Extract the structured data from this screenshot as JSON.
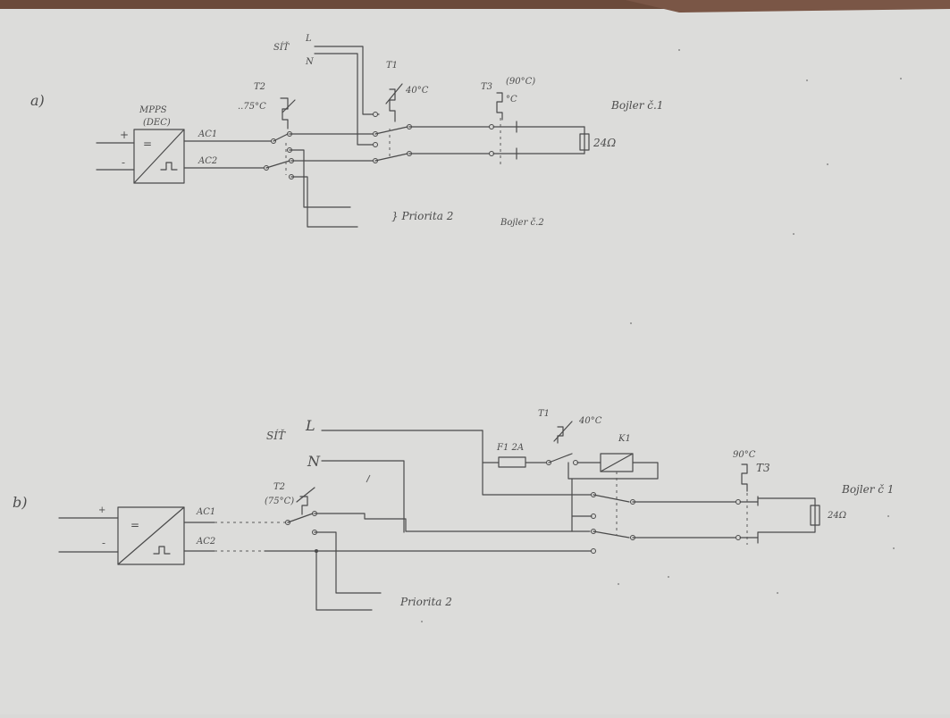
{
  "diagram_a": {
    "marker": "a)",
    "mppt_label": "MPPS",
    "mppt_sublabel": "(DEC)",
    "plus": "+",
    "minus": "-",
    "psu_symbol_eq": "=",
    "ac1": "AC1",
    "ac2": "AC2",
    "grid_label": "SÍŤ",
    "line_l": "L",
    "line_n": "N",
    "t1_label": "T1",
    "t1_temp": "40°C",
    "t2_label": "T2",
    "t2_temp": "..75°C",
    "t3_label": "T3",
    "t3_temp": "(90°C)",
    "t3_unit": "°C",
    "resistor": "24Ω",
    "boiler1": "Bojler č.1",
    "boiler2": "Bojler č.2",
    "priority": "} Priorita 2"
  },
  "diagram_b": {
    "marker": "b)",
    "plus": "+",
    "minus": "-",
    "psu_symbol_eq": "=",
    "ac1": "AC1",
    "ac2": "AC2",
    "grid_label": "SÍŤ",
    "line_l": "L",
    "line_n": "N",
    "t1_label": "T1",
    "t1_temp": "40°C",
    "fuse": "F1 2A",
    "k1_label": "K1",
    "t2_label": "T2",
    "t2_temp": "(75°C)",
    "t3_label": "T3",
    "t3_temp": "90°C",
    "boiler1": "Bojler č 1",
    "resistor": "24Ω",
    "priority": "Priorita 2"
  }
}
